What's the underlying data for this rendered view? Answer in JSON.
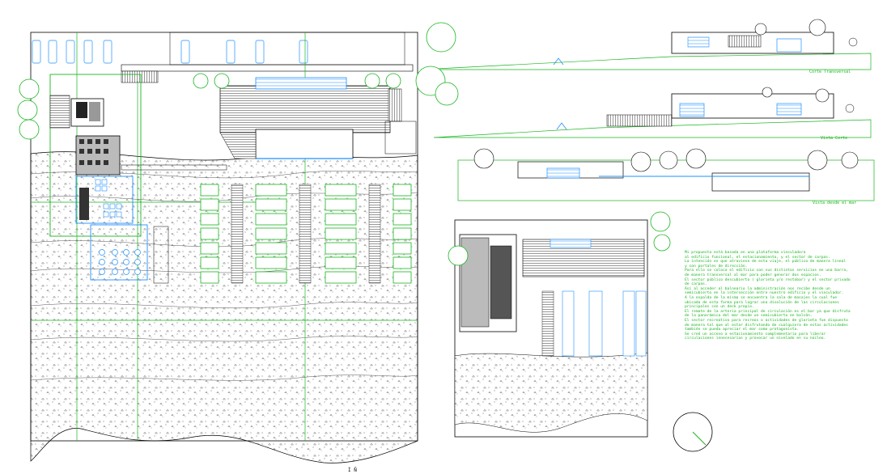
{
  "sheet": {
    "background": "#ffffff",
    "line_color": "#19b51e",
    "accent_color": "#1e90ff",
    "ink_color": "#000000"
  },
  "captions": {
    "section_transversal": "Corte Transversal",
    "section_view": "Vista Corte",
    "view_from_sea": "Vista desde el mar"
  },
  "notes": [
    "Mi propuesta está basada en una plataforma vinculadora",
    "al edificio funcional, el estacionamiento, y el sector de carpas.",
    "La intención es que atraviese de esta viaje, el público de manera lineal",
    "y con portales de dirección.",
    "Para ello se coloca el edificio con sus distintos servicios en una barra,",
    "de manera transversal al mar para poder generar dos espacios.",
    "El sector público descubierto ( glorieta y/o restobar) y el sector privado",
    "de carpas.",
    "Así al acceder al balneario la administración nos recibe desde un",
    "semicubierto en la intersección entre nuestro edificio y el vinculador.",
    "A la espalda de la misma se encuentra la sala de masajes la cual fue",
    "ubicada de esta forma para lograr una disolución de las circulaciones",
    "principales con un deck propio.",
    "El remate de la arteria principal de circulación es el bar ya que disfruta",
    "de la panorámica del mar desde un semicubierto en balcón.",
    "El sector recreativo para recreos o actividades de glorieta fue dispuesto",
    "de manera tal que al estar disfrutando de cualquiera de estas actividades",
    "también se pueda apreciar el mar como protagonista.",
    "Se creó un acceso a estacionamiento complementario para liberar",
    "circulaciones innecesarias y provocar un nivelado en su núcleo."
  ],
  "stamp": "Ì Ñ"
}
